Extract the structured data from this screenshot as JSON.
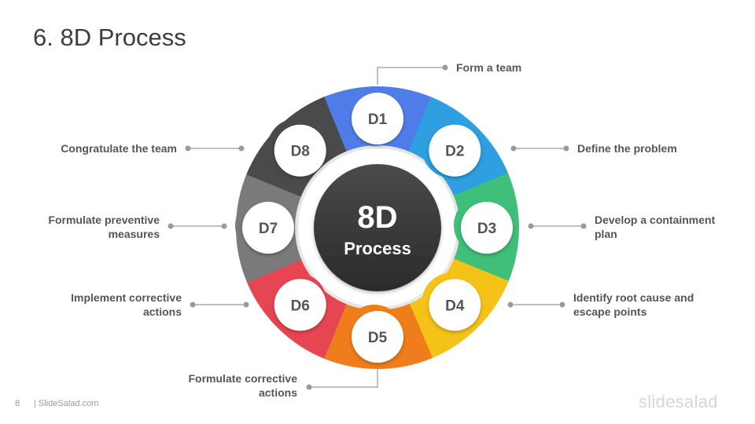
{
  "slide": {
    "title": "6. 8D Process"
  },
  "center": {
    "line1": "8D",
    "line2": "Process"
  },
  "steps": [
    {
      "id": "D1",
      "label": "Form a team",
      "color": "#4f7de8"
    },
    {
      "id": "D2",
      "label": "Define the problem",
      "color": "#2e9fe0"
    },
    {
      "id": "D3",
      "label": "Develop a containment plan",
      "color": "#3fbf7a"
    },
    {
      "id": "D4",
      "label": "Identify root cause and escape points",
      "color": "#f5c218"
    },
    {
      "id": "D5",
      "label": "Formulate corrective actions",
      "color": "#f07d1c"
    },
    {
      "id": "D6",
      "label": "Implement corrective actions",
      "color": "#e64552"
    },
    {
      "id": "D7",
      "label": "Formulate preventive measures",
      "color": "#7a7a7a"
    },
    {
      "id": "D8",
      "label": "Congratulate the team",
      "color": "#4a4a4a"
    }
  ],
  "footer": {
    "page": "8",
    "site": "| SlideSalad.com",
    "logo": "slidesalad"
  }
}
